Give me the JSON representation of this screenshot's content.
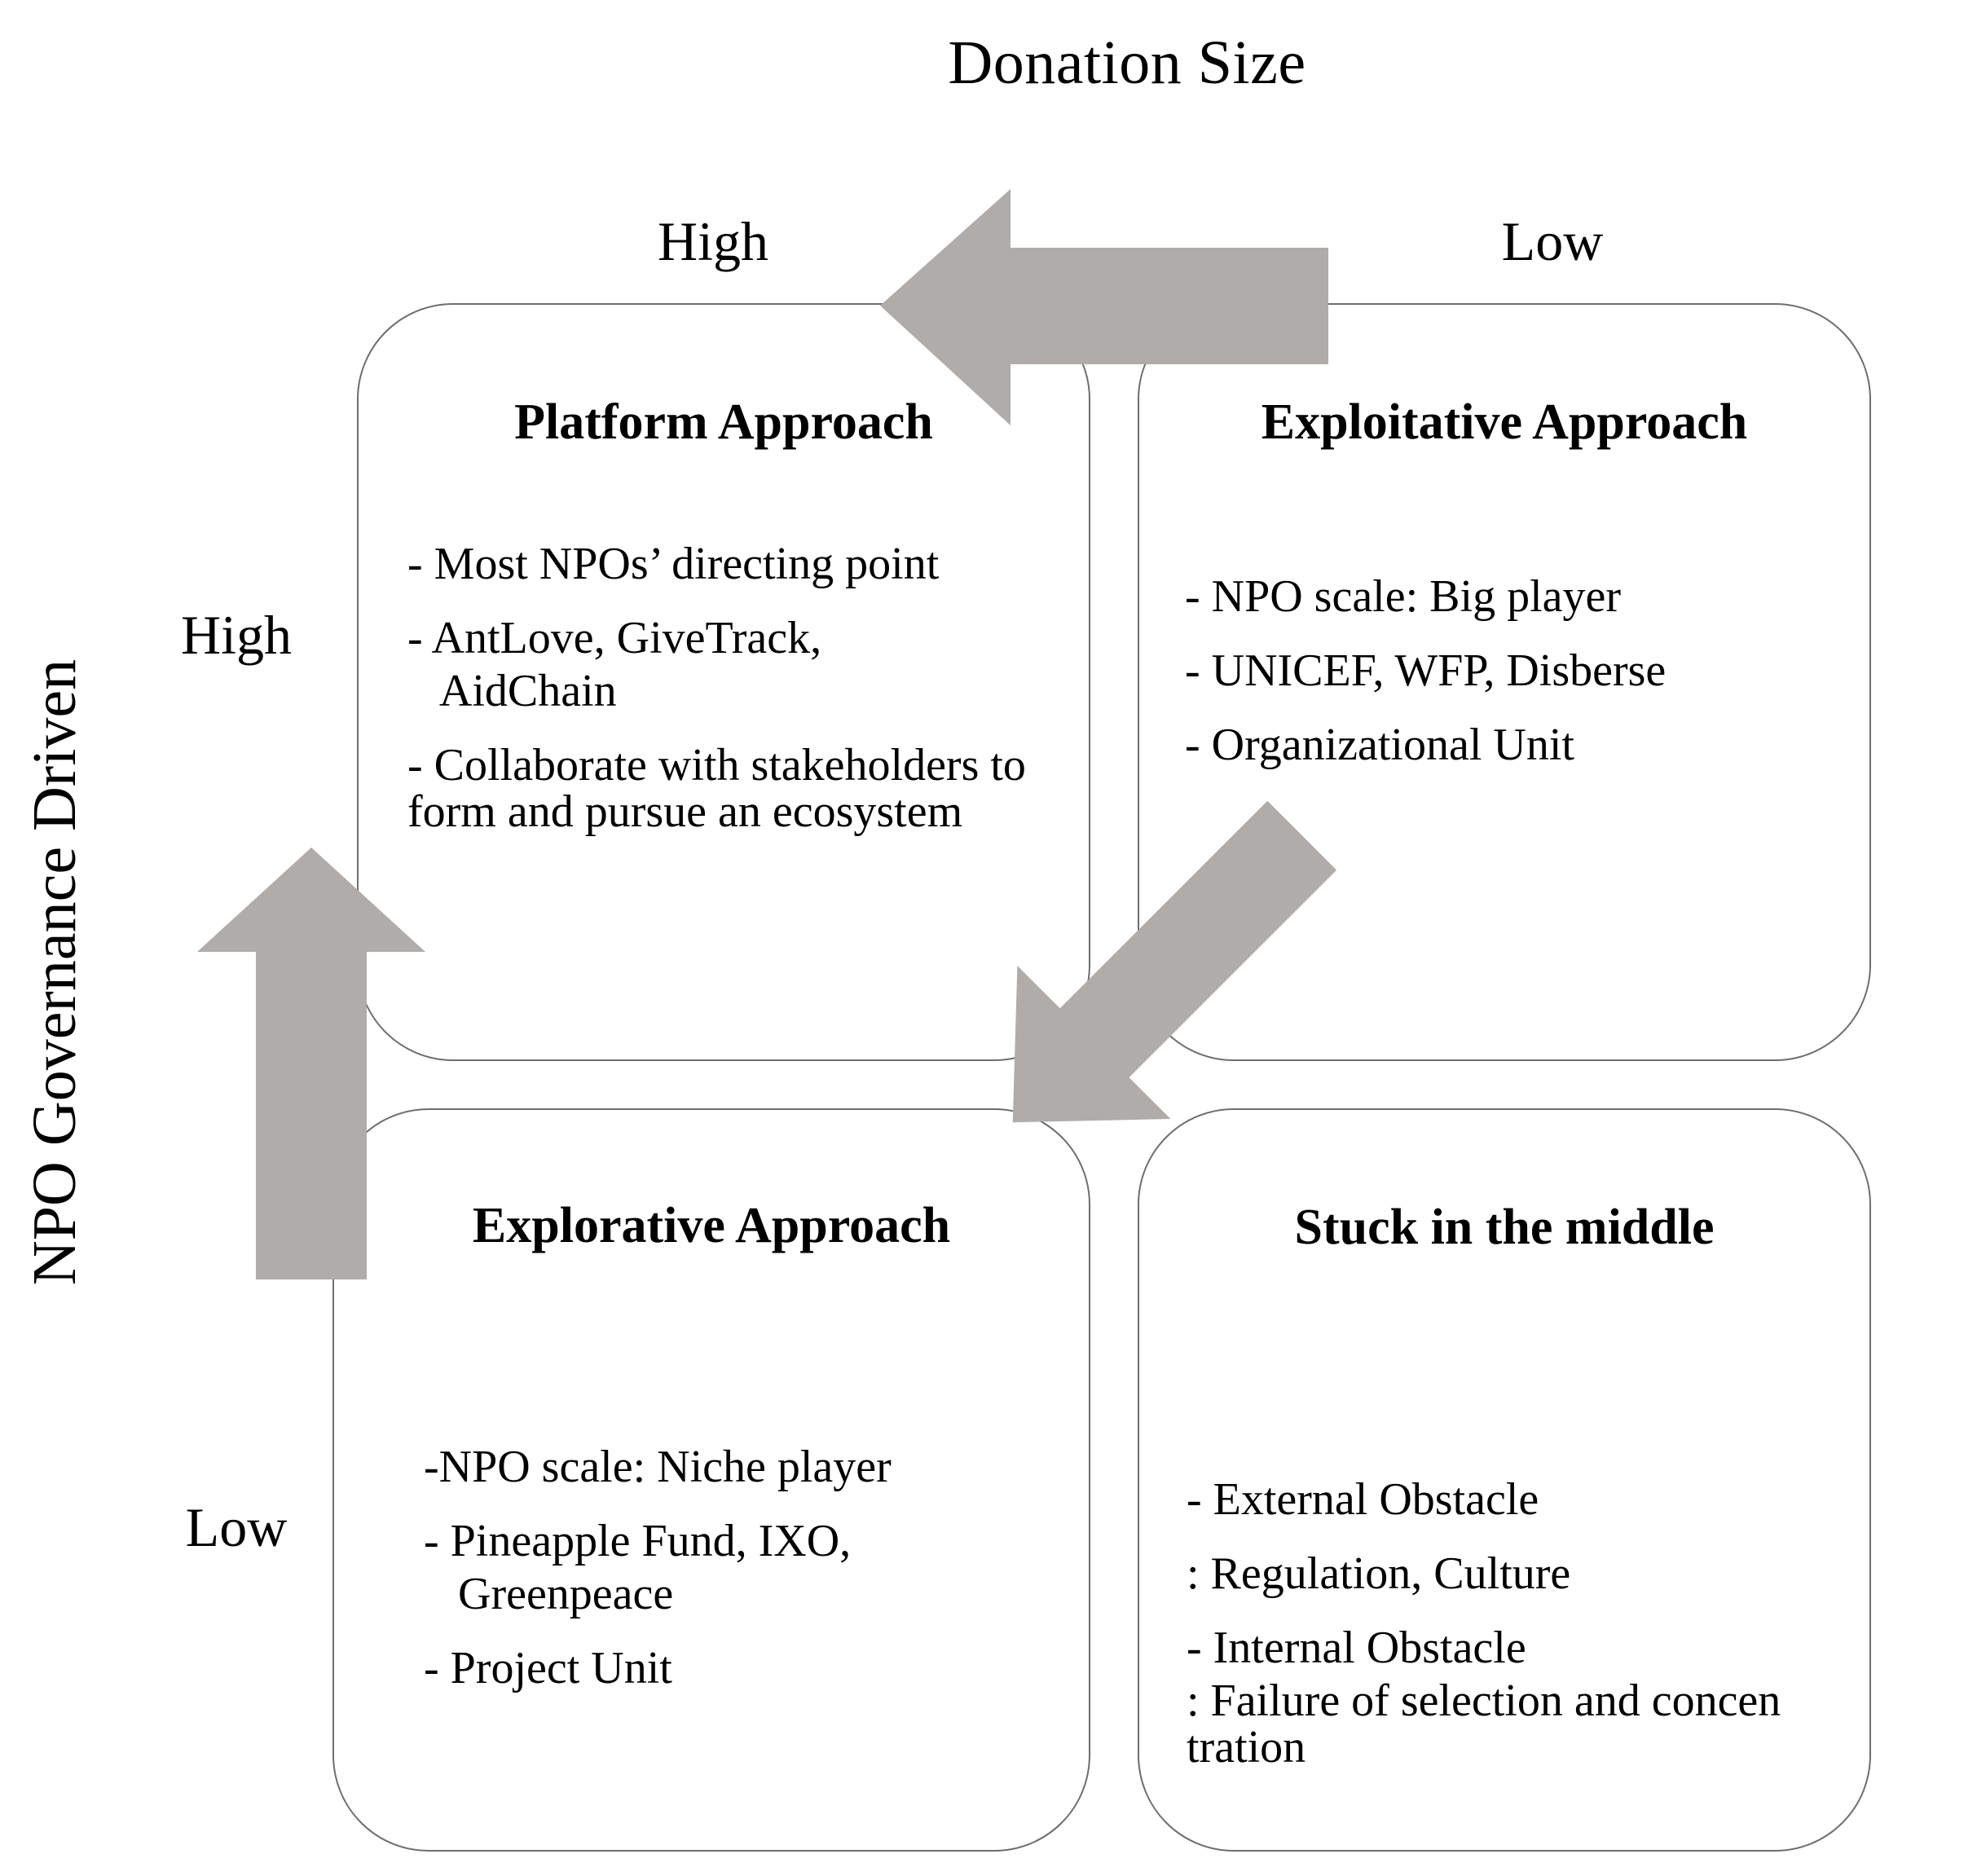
{
  "axes": {
    "x_title": "Donation Size",
    "y_title": "NPO Governance Driven",
    "x_left_label": "High",
    "x_right_label": "Low",
    "y_top_label": "High",
    "y_bottom_label": "Low"
  },
  "colors": {
    "arrow_gray": "#b0acaa",
    "box_border": "#6e6e6e",
    "text": "#000000",
    "background": "#ffffff"
  },
  "quadrants": {
    "top_left": {
      "title": "Platform Approach",
      "lines": [
        "- Most NPOs’ directing point",
        "- AntLove, GiveTrack,",
        "   AidChain",
        "- Collaborate with stakeholders to form and pursue an ecosystem"
      ]
    },
    "top_right": {
      "title": "Exploitative Approach",
      "lines": [
        "- NPO scale: Big player",
        "- UNICEF, WFP, Disberse",
        "- Organizational Unit"
      ]
    },
    "bottom_left": {
      "title": "Explorative Approach",
      "lines": [
        "-NPO scale: Niche player",
        "- Pineapple Fund, IXO,",
        "   Greenpeace",
        "- Project Unit"
      ]
    },
    "bottom_right": {
      "title": "Stuck in the middle",
      "lines": [
        "- External Obstacle",
        ": Regulation, Culture",
        "- Internal Obstacle",
        ": Failure of selection and concen tration"
      ]
    }
  },
  "arrows": [
    {
      "name": "horizontal-left-arrow",
      "direction": "left",
      "from": "Exploitative Approach",
      "to": "Platform Approach"
    },
    {
      "name": "vertical-up-arrow",
      "direction": "up",
      "from": "Explorative Approach",
      "to": "Platform Approach"
    },
    {
      "name": "diagonal-upleft-arrow",
      "direction": "up-left",
      "from": "Stuck in the middle",
      "to": "Platform Approach"
    }
  ],
  "chart_data": {
    "type": "table",
    "title": "Donation Size × NPO Governance Driven matrix",
    "xlabel": "Donation Size",
    "ylabel": "NPO Governance Driven",
    "x_categories": [
      "High",
      "Low"
    ],
    "y_categories": [
      "High",
      "Low"
    ],
    "cells": [
      {
        "x": "High",
        "y": "High",
        "label": "Platform Approach"
      },
      {
        "x": "Low",
        "y": "High",
        "label": "Exploitative Approach"
      },
      {
        "x": "High",
        "y": "Low",
        "label": "Explorative Approach"
      },
      {
        "x": "Low",
        "y": "Low",
        "label": "Stuck in the middle"
      }
    ]
  }
}
